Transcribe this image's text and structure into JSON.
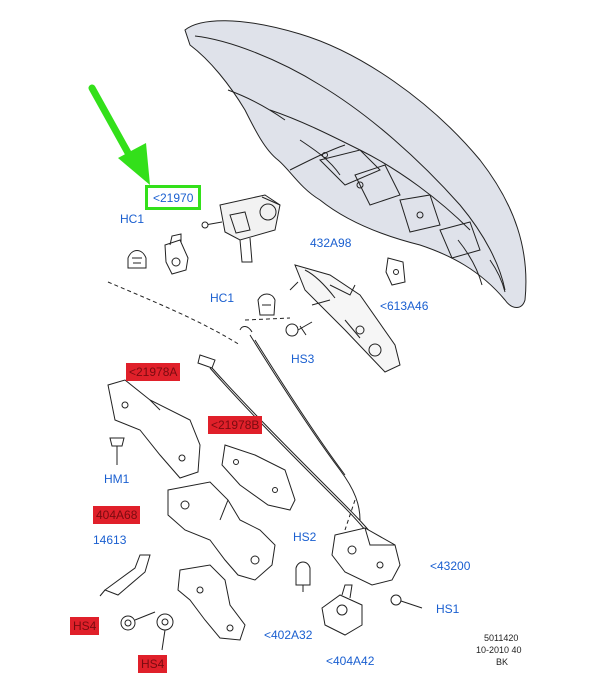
{
  "colors": {
    "callout_text": "#1a5fd0",
    "highlight_fill": "#e0202a",
    "arrow_green": "#33e01a",
    "line_art": "#222222",
    "panel_fill": "#dfe2ea"
  },
  "callouts": {
    "c21970": "<21970",
    "hc1_top": "HC1",
    "c432a98": "432A98",
    "c613a46": "<613A46",
    "hc1_mid": "HC1",
    "hs3": "HS3",
    "c21978a": "<21978A",
    "c21978b": "<21978B",
    "hm1": "HM1",
    "c404a68": "404A68",
    "c14613": "14613",
    "hs2": "HS2",
    "c43200": "<43200",
    "hs1": "HS1",
    "hs4_a": "HS4",
    "hs4_b": "HS4",
    "c402a32": "<402A32",
    "c404a42": "<404A42"
  },
  "footer": {
    "code": "5011420",
    "date": "10-2010 40",
    "suffix": "BK"
  }
}
